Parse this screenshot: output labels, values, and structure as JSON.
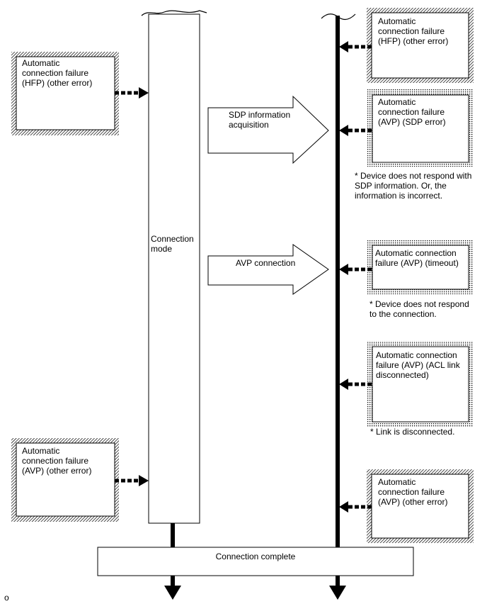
{
  "left_boxes": [
    {
      "lines": [
        "Automatic",
        "connection failure",
        "(HFP) (other error)"
      ]
    },
    {
      "lines": [
        "Automatic",
        "connection failure",
        "(AVP) (other error)"
      ]
    }
  ],
  "center": {
    "label": [
      "Connection",
      "mode"
    ]
  },
  "flow_arrows": [
    {
      "lines": [
        "SDP information",
        "acquisition"
      ]
    },
    {
      "lines": [
        "AVP connection"
      ]
    }
  ],
  "right_boxes": [
    {
      "lines": [
        "Automatic",
        "connection failure",
        "(HFP) (other error)"
      ],
      "note": [],
      "border": "hatched"
    },
    {
      "lines": [
        "Automatic",
        "connection failure",
        "(AVP) (SDP error)"
      ],
      "note": [
        "* Device does not respond with",
        "SDP information. Or, the",
        "information is incorrect."
      ],
      "border": "dotted"
    },
    {
      "lines": [
        "Automatic connection",
        "failure (AVP) (timeout)"
      ],
      "note": [
        "* Device does not respond",
        "to the connection."
      ],
      "border": "dotted"
    },
    {
      "lines": [
        "Automatic connection",
        "failure (AVP) (ACL link",
        "disconnected)"
      ],
      "note": [
        "* Link is disconnected."
      ],
      "border": "dotted"
    },
    {
      "lines": [
        "Automatic",
        "connection failure",
        "(AVP) (other error)"
      ],
      "note": [],
      "border": "hatched"
    }
  ],
  "bottom": {
    "label": "Connection complete"
  },
  "corner_mark": "o"
}
